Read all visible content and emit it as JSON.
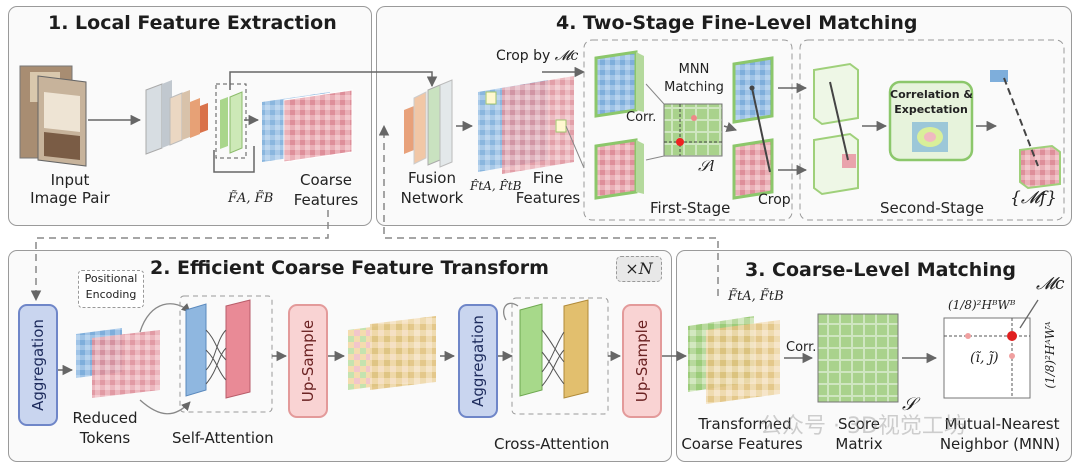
{
  "panels": {
    "p1": {
      "title": "1. Local Feature Extraction"
    },
    "p4": {
      "title": "4. Two-Stage Fine-Level Matching"
    },
    "p2": {
      "title": "2. Efficient Coarse Feature Transform",
      "repeat_badge": "×N"
    },
    "p3": {
      "title": "3. Coarse-Level Matching"
    }
  },
  "labels": {
    "input_line1": "Input",
    "input_line2": "Image Pair",
    "coarse_line1": "Coarse",
    "coarse_line2": "Features",
    "coarse_math": "F̃A, F̃B",
    "crop_by": "Crop by",
    "crop_by_math": "𝓜c",
    "fusion_line1": "Fusion",
    "fusion_line2": "Network",
    "fine_math": "F̂tA, F̂tB",
    "fine_line1": "Fine",
    "fine_line2": "Features",
    "mnn_line1": "MNN",
    "mnn_line2": "Matching",
    "corr": "Corr.",
    "s_l": "𝒮l",
    "crop": "Crop",
    "first_stage": "First-Stage",
    "second_stage": "Second-Stage",
    "corr_exp_line1": "Correlation &",
    "corr_exp_line2": "Expectation",
    "m_f": "{𝓜f}",
    "positional_line1": "Positional",
    "positional_line2": "Encoding",
    "aggregation": "Aggregation",
    "upsample": "Up-Sample",
    "reduced_line1": "Reduced",
    "reduced_line2": "Tokens",
    "self_attention": "Self-Attention",
    "cross_attention": "Cross-Attention",
    "transformed_math": "F̃tA, F̃tB",
    "transformed_line1": "Transformed",
    "transformed_line2": "Coarse Features",
    "corr2": "Corr.",
    "score_line1": "Score",
    "score_line2": "Matrix",
    "s": "𝒮",
    "mc": "𝓜c",
    "hbwb": "(1/8)²HᴮWᴮ",
    "hawa": "(1/8)²HᴬWᴬ",
    "ij": "(ĩ, j̃)",
    "mnn_line_a": "Mutual-Nearest",
    "mnn_line_b": "Neighbor (MNN)",
    "watermark": "公众号 · 3D视觉工坊"
  },
  "colors": {
    "blue_feat": "#8fb7e0",
    "pink_feat": "#e9a3ac",
    "green_feat": "#9ccc7a",
    "yellow_feat": "#e6c98a",
    "orange_cnn": "#e98c5d",
    "green_box": "#8cc76b"
  }
}
